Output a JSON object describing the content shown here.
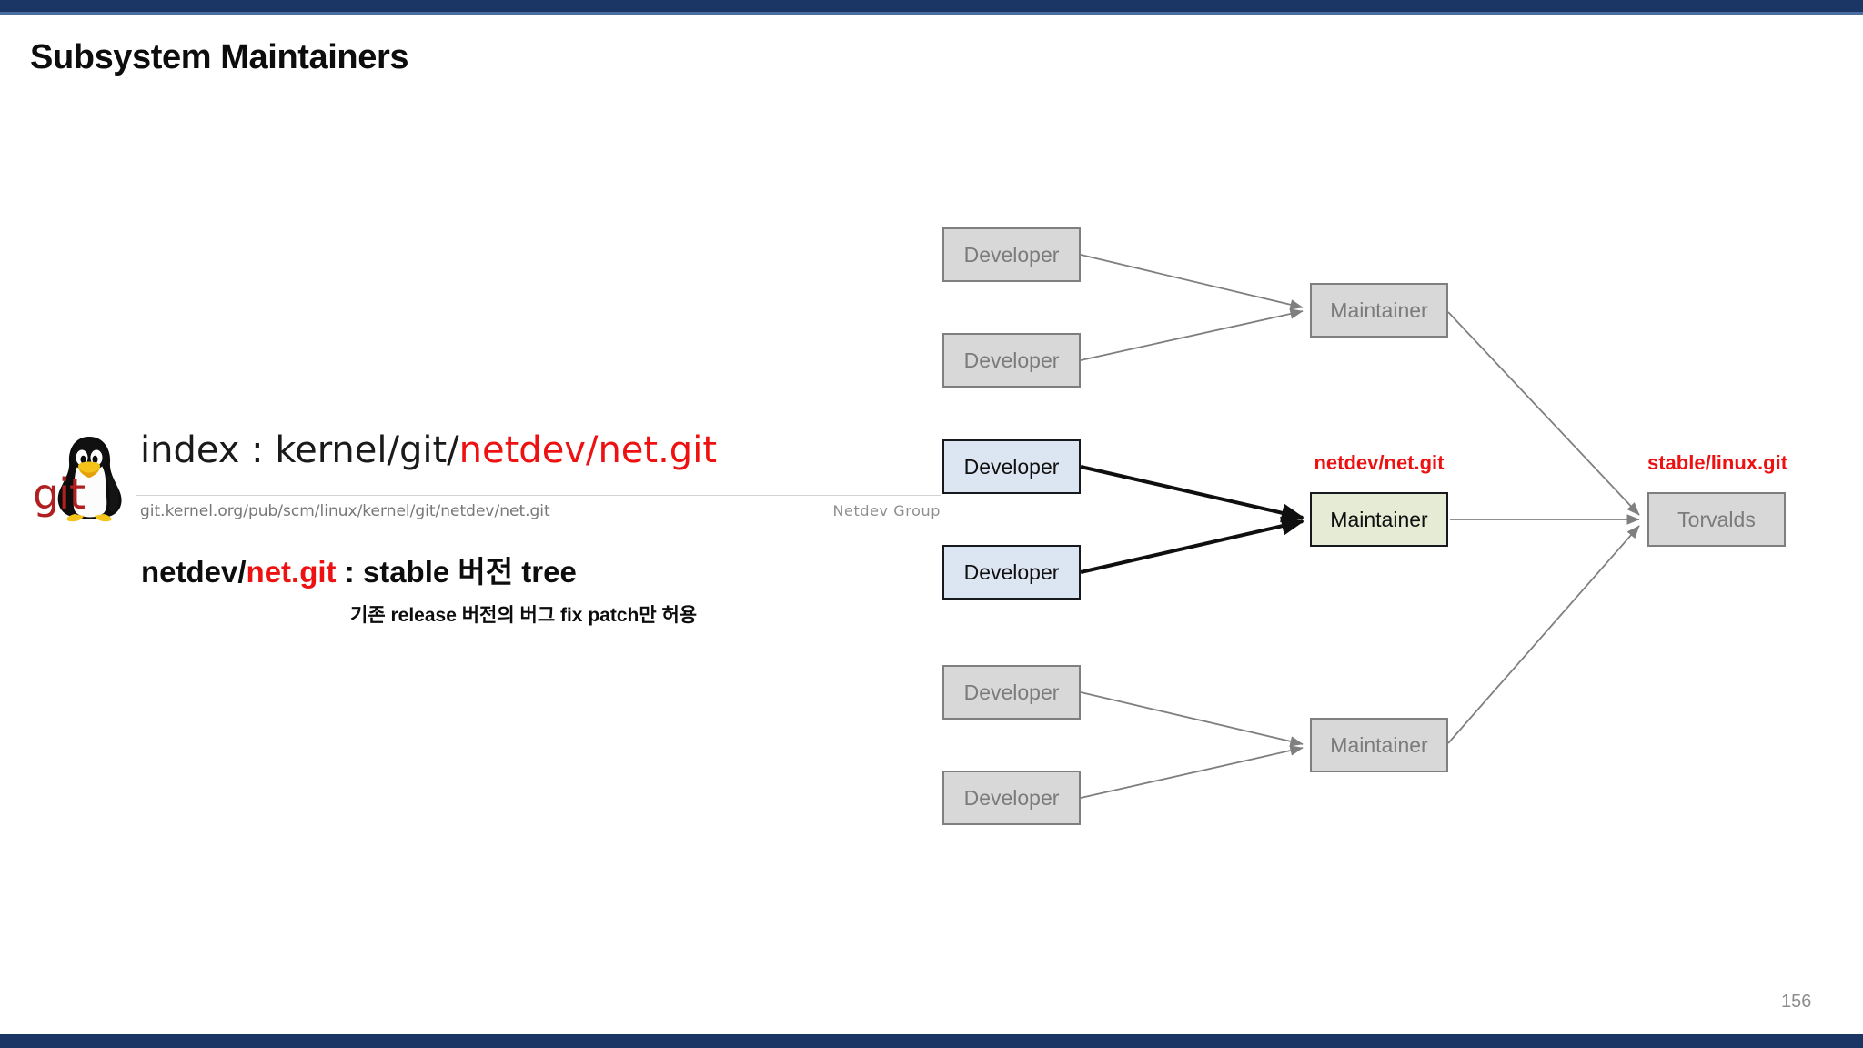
{
  "slide": {
    "title": "Subsystem Maintainers",
    "page_number": "156",
    "bar_color": "#1b3664",
    "accent_color": "#ee1111"
  },
  "cgit": {
    "index_prefix": "index : kernel/git/",
    "index_repo": "netdev/net.git",
    "url": "git.kernel.org/pub/scm/linux/kernel/git/netdev/net.git",
    "owner": "Netdev Group",
    "logo_wordmark": "git",
    "logo_icon": "tux-penguin-icon"
  },
  "caption": {
    "main_prefix": "netdev/",
    "main_accent": "net.git",
    "main_suffix": " : stable 버전 tree",
    "sub": "기존 release 버전의 버그 fix patch만 허용"
  },
  "diagram": {
    "developers": [
      {
        "label": "Developer",
        "group": "top",
        "state": "dim"
      },
      {
        "label": "Developer",
        "group": "top",
        "state": "dim"
      },
      {
        "label": "Developer",
        "group": "middle",
        "state": "highlight"
      },
      {
        "label": "Developer",
        "group": "middle",
        "state": "highlight"
      },
      {
        "label": "Developer",
        "group": "bottom",
        "state": "dim"
      },
      {
        "label": "Developer",
        "group": "bottom",
        "state": "dim"
      }
    ],
    "maintainers": [
      {
        "label": "Maintainer",
        "group": "top",
        "state": "dim",
        "repo": ""
      },
      {
        "label": "Maintainer",
        "group": "middle",
        "state": "highlight",
        "repo": "netdev/net.git"
      },
      {
        "label": "Maintainer",
        "group": "bottom",
        "state": "dim",
        "repo": ""
      }
    ],
    "top_node": {
      "label": "Torvalds",
      "state": "dim",
      "repo": "stable/linux.git"
    }
  }
}
